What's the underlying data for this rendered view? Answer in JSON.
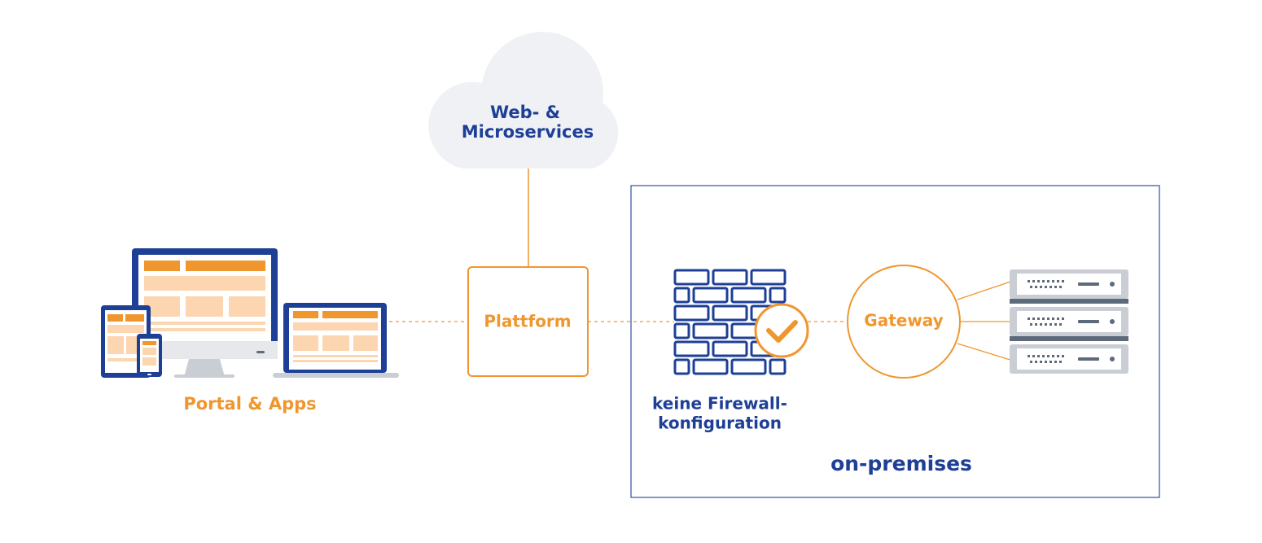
{
  "colors": {
    "orange": "#f0962e",
    "light_orange": "#fbd6b0",
    "navy": "#1e3f96",
    "box_border": "#2f4f9c",
    "cloud": "#f0f1f5",
    "gray": "#c9cdd4",
    "server_dark": "#5d6a7a"
  },
  "nodes": {
    "cloud": {
      "line1": "Web- &",
      "line2": "Microservices"
    },
    "platform": {
      "label": "Plattform"
    },
    "portal": {
      "label": "Portal & Apps"
    },
    "firewall": {
      "line1": "keine Firewall-",
      "line2": "konfiguration"
    },
    "gateway": {
      "label": "Gateway"
    },
    "onprem": {
      "label": "on-premises"
    }
  },
  "icons": {
    "devices": "devices-icon",
    "firewall": "brick-wall-icon",
    "check": "check-badge-icon",
    "servers": "server-rack-icon"
  }
}
